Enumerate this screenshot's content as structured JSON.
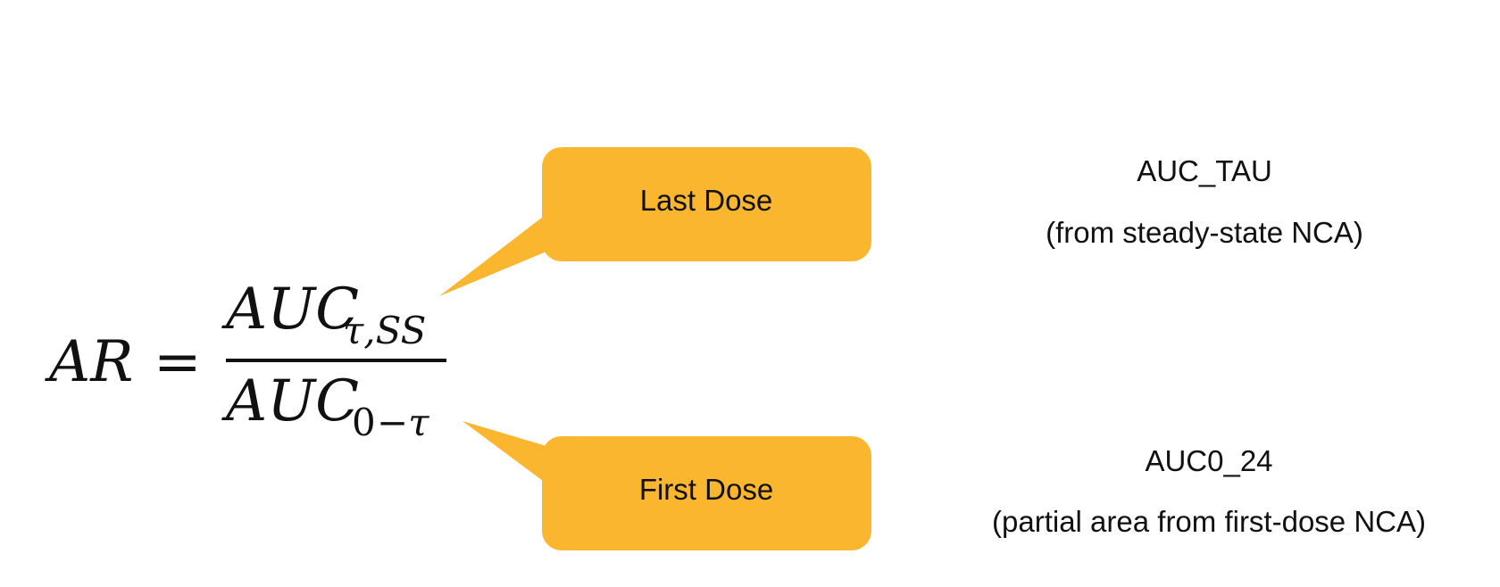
{
  "formula": {
    "lhs": "AR",
    "equals": "=",
    "numerator_main": "AUC",
    "numerator_subscript": "τ,SS",
    "denominator_main": "AUC",
    "denominator_subscript_start": "0",
    "denominator_subscript_rest": "−τ"
  },
  "callouts": {
    "top_label": "Last Dose",
    "bottom_label": "First Dose",
    "color": "#FBB62F"
  },
  "descriptions": {
    "top_title": "AUC_TAU",
    "top_detail": "(from steady-state NCA)",
    "bottom_title": "AUC0_24",
    "bottom_detail": "(partial area from first-dose NCA)"
  }
}
